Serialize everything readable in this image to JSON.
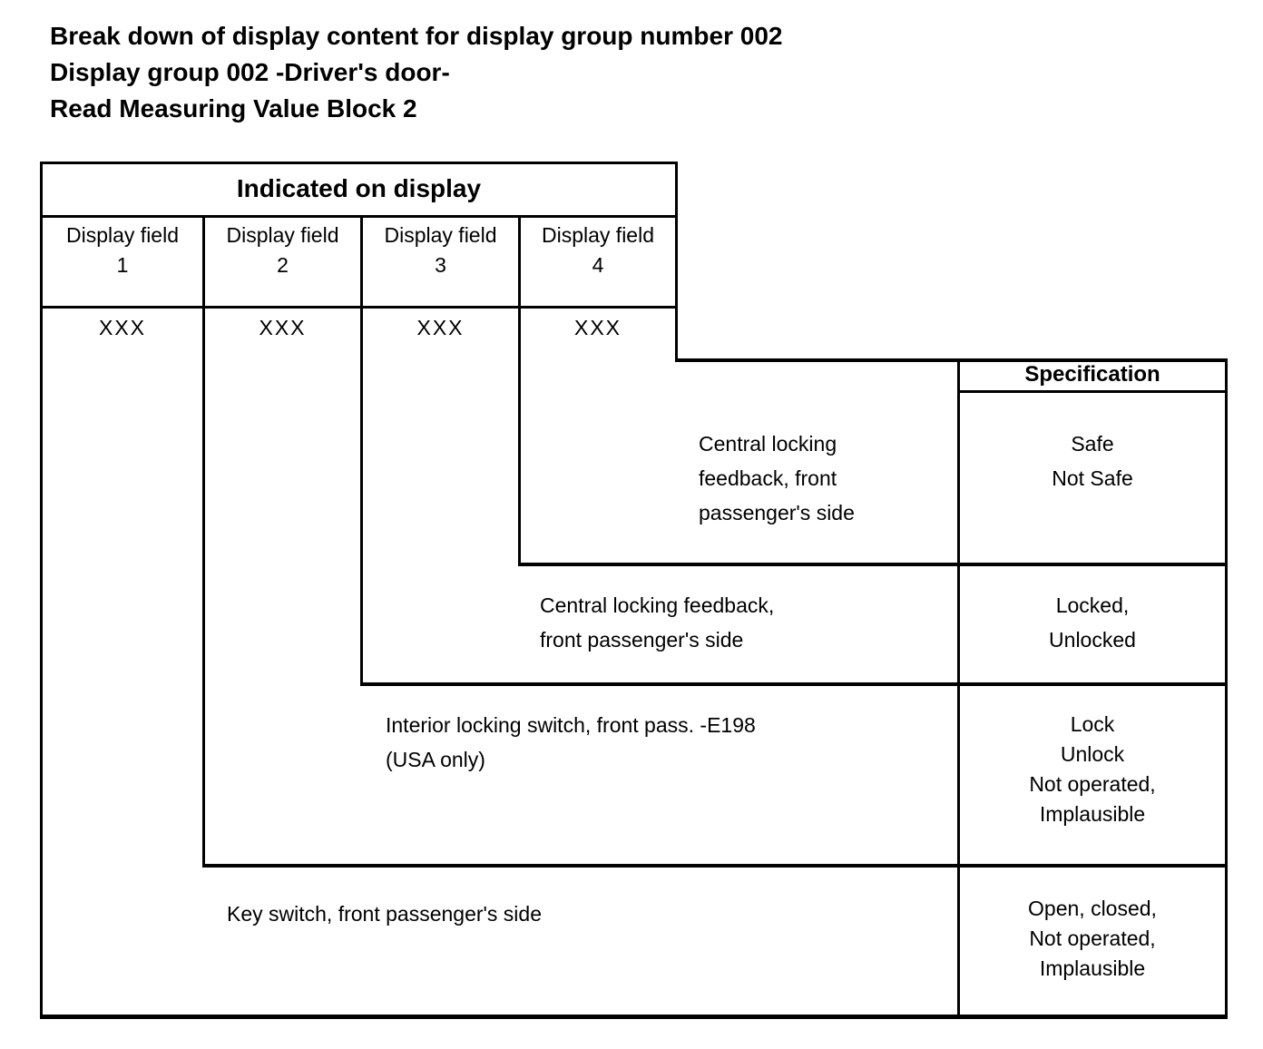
{
  "title": {
    "line1": "Break down of display content for display group number 002",
    "line2": "Display group 002 -Driver's door-",
    "line3": "Read Measuring Value Block 2"
  },
  "table": {
    "indicated_header": "Indicated on display",
    "specification_header": "Specification",
    "display_fields": [
      {
        "label": "Display field",
        "number": "1",
        "value": "XXX"
      },
      {
        "label": "Display field",
        "number": "2",
        "value": "XXX"
      },
      {
        "label": "Display field",
        "number": "3",
        "value": "XXX"
      },
      {
        "label": "Display field",
        "number": "4",
        "value": "XXX"
      }
    ],
    "rows": [
      {
        "display_field": "4",
        "description": "Central locking\nfeedback, front\npassenger's side",
        "specification": "Safe\nNot Safe"
      },
      {
        "display_field": "3",
        "description": "Central locking feedback,\nfront passenger's side",
        "specification": "Locked,\nUnlocked"
      },
      {
        "display_field": "2",
        "description": "Interior locking switch, front pass. -E198\n(USA only)",
        "specification": "Lock\nUnlock\nNot operated,\nImplausible"
      },
      {
        "display_field": "1",
        "description": "Key switch, front passenger's side",
        "specification": "Open, closed,\nNot operated,\nImplausible"
      }
    ]
  },
  "colors": {
    "ink": "#000000",
    "background": "#ffffff"
  }
}
